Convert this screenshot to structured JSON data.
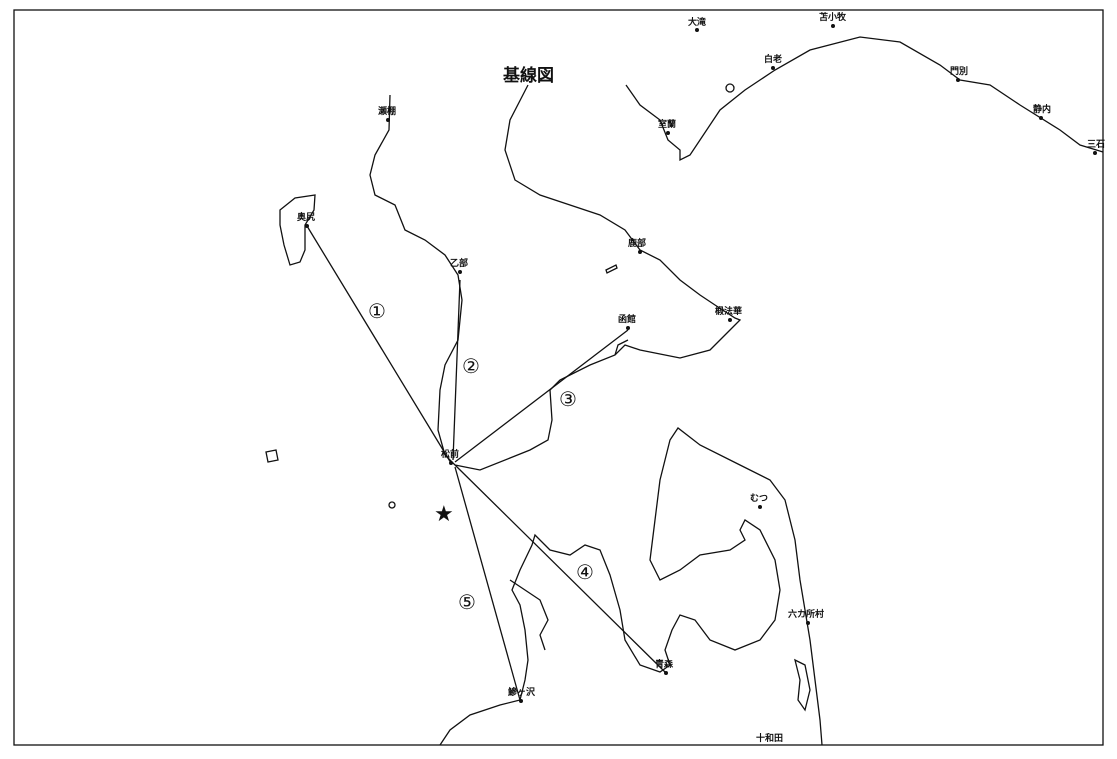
{
  "title": "基線図",
  "places": [
    {
      "id": "otaki",
      "name": "大滝"
    },
    {
      "id": "tomakomai",
      "name": "苫小牧"
    },
    {
      "id": "shiraoi",
      "name": "白老"
    },
    {
      "id": "monbetsu",
      "name": "門別"
    },
    {
      "id": "shizunai",
      "name": "静内"
    },
    {
      "id": "mitsuishi",
      "name": "三石"
    },
    {
      "id": "muroran",
      "name": "室蘭"
    },
    {
      "id": "shikabe",
      "name": "鹿部"
    },
    {
      "id": "todohokke",
      "name": "椴法華"
    },
    {
      "id": "hakodate",
      "name": "函館"
    },
    {
      "id": "setana",
      "name": "瀬棚"
    },
    {
      "id": "okushiri",
      "name": "奥尻"
    },
    {
      "id": "otobe",
      "name": "乙部"
    },
    {
      "id": "matsumae",
      "name": "松前"
    },
    {
      "id": "mutsu",
      "name": "むつ"
    },
    {
      "id": "rokkasho",
      "name": "六カ所村"
    },
    {
      "id": "aomori",
      "name": "青森"
    },
    {
      "id": "ajigasawa",
      "name": "鰺ヶ沢"
    },
    {
      "id": "towada",
      "name": "十和田"
    }
  ],
  "baselines": [
    {
      "label": "①",
      "from": "奥尻",
      "to": "松前"
    },
    {
      "label": "②",
      "from": "乙部",
      "to": "松前"
    },
    {
      "label": "③",
      "from": "函館",
      "to": "松前"
    },
    {
      "label": "④",
      "from": "松前",
      "to": "青森"
    },
    {
      "label": "⑤",
      "from": "松前",
      "to": "鰺ヶ沢"
    }
  ],
  "star_marker": "★"
}
